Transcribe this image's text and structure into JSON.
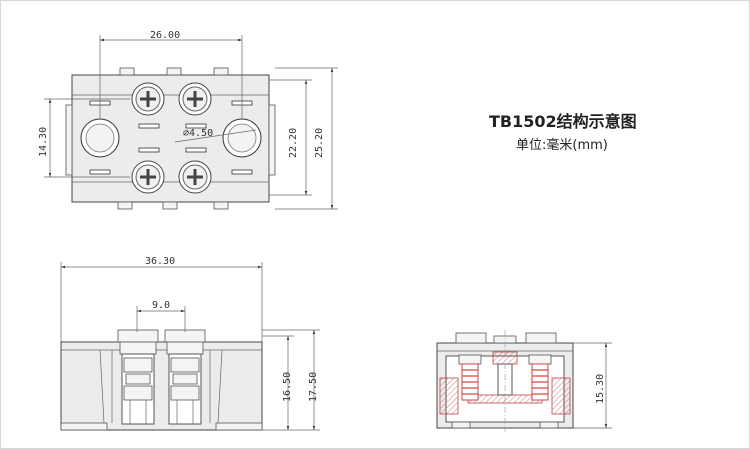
{
  "title": "TB1502结构示意图",
  "unit": "单位:毫米(mm)",
  "dimensions": {
    "top_width": "26.00",
    "top_height_left": "14.30",
    "hole_dia": "⌀4.50",
    "top_height_inner": "22.20",
    "top_height_outer": "25.20",
    "front_width": "36.30",
    "pitch": "9.0",
    "front_height_inner": "16.50",
    "front_height_outer": "17.50",
    "side_height": "15.30"
  }
}
